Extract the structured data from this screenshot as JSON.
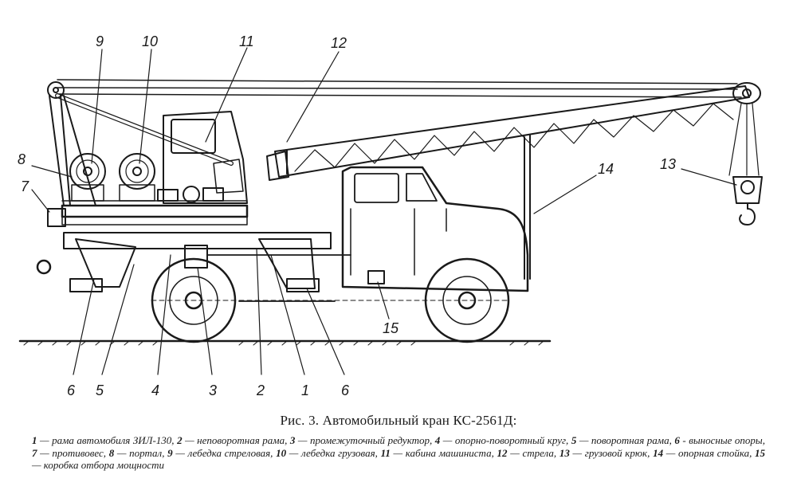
{
  "figure": {
    "callouts": [
      {
        "id": "1",
        "label": "1"
      },
      {
        "id": "2",
        "label": "2"
      },
      {
        "id": "3",
        "label": "3"
      },
      {
        "id": "4",
        "label": "4"
      },
      {
        "id": "5",
        "label": "5"
      },
      {
        "id": "6a",
        "label": "6"
      },
      {
        "id": "6b",
        "label": "6"
      },
      {
        "id": "7",
        "label": "7"
      },
      {
        "id": "8",
        "label": "8"
      },
      {
        "id": "9",
        "label": "9"
      },
      {
        "id": "10",
        "label": "10"
      },
      {
        "id": "11",
        "label": "11"
      },
      {
        "id": "12",
        "label": "12"
      },
      {
        "id": "13",
        "label": "13"
      },
      {
        "id": "14",
        "label": "14"
      },
      {
        "id": "15",
        "label": "15"
      }
    ]
  },
  "caption": {
    "title": "Рис. 3. Автомобильный кран КС-2561Д:",
    "legend": [
      {
        "num": "1",
        "text": " — рама автомобиля ЗИЛ-130, "
      },
      {
        "num": "2",
        "text": " — неповоротная рама, "
      },
      {
        "num": "3",
        "text": " — промежуточный редуктор, "
      },
      {
        "num": "4",
        "text": " — опорно-поворотный круг, "
      },
      {
        "num": "5",
        "text": " — поворотная рама, "
      },
      {
        "num": "6",
        "text": " - выносные опоры, "
      },
      {
        "num": "7",
        "text": " — противовес, "
      },
      {
        "num": "8",
        "text": " — портал, "
      },
      {
        "num": "9",
        "text": " — лебедка стреловая, "
      },
      {
        "num": "10",
        "text": " — лебедка грузовая, "
      },
      {
        "num": "11",
        "text": " — кабина машиниста, "
      },
      {
        "num": "12",
        "text": " — стрела, "
      },
      {
        "num": "13",
        "text": " — грузовой крюк, "
      },
      {
        "num": "14",
        "text": " — опорная стойка, "
      },
      {
        "num": "15",
        "text": " — коробка отбора мощности"
      }
    ]
  }
}
